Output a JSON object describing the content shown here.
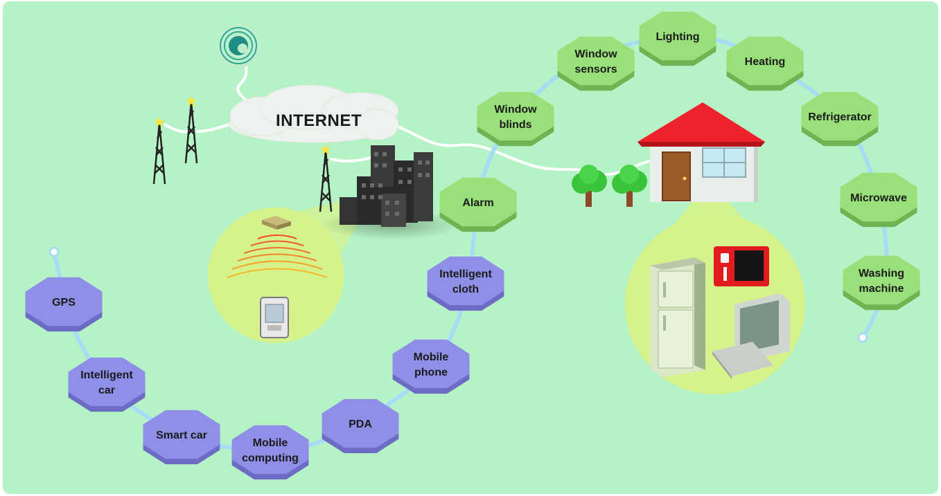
{
  "diagram": {
    "internet_label": "INTERNET",
    "colors": {
      "background": "#b5f2c5",
      "purple_node": "#8f8fe8",
      "purple_node_dark": "#6c6cc4",
      "green_node": "#99e07a",
      "green_node_dark": "#6fb452",
      "connector": "#a6dcf5",
      "bubble": "#d6f28a",
      "roof": "#f0222e"
    },
    "purple_nodes": [
      {
        "id": "gps",
        "lines": [
          "GPS"
        ]
      },
      {
        "id": "intelligent-car",
        "lines": [
          "Intelligent",
          "car"
        ]
      },
      {
        "id": "smart-car",
        "lines": [
          "Smart car"
        ]
      },
      {
        "id": "mobile-computing",
        "lines": [
          "Mobile",
          "computing"
        ]
      },
      {
        "id": "pda",
        "lines": [
          "PDA"
        ]
      },
      {
        "id": "mobile-phone",
        "lines": [
          "Mobile",
          "phone"
        ]
      },
      {
        "id": "intelligent-cloth",
        "lines": [
          "Intelligent",
          "cloth"
        ]
      }
    ],
    "green_nodes": [
      {
        "id": "alarm",
        "lines": [
          "Alarm"
        ]
      },
      {
        "id": "window-blinds",
        "lines": [
          "Window",
          "blinds"
        ]
      },
      {
        "id": "window-sensors",
        "lines": [
          "Window",
          "sensors"
        ]
      },
      {
        "id": "lighting",
        "lines": [
          "Lighting"
        ]
      },
      {
        "id": "heating",
        "lines": [
          "Heating"
        ]
      },
      {
        "id": "refrigerator",
        "lines": [
          "Refrigerator"
        ]
      },
      {
        "id": "microwave",
        "lines": [
          "Microwave"
        ]
      },
      {
        "id": "washing-machine",
        "lines": [
          "Washing",
          "machine"
        ]
      }
    ]
  }
}
